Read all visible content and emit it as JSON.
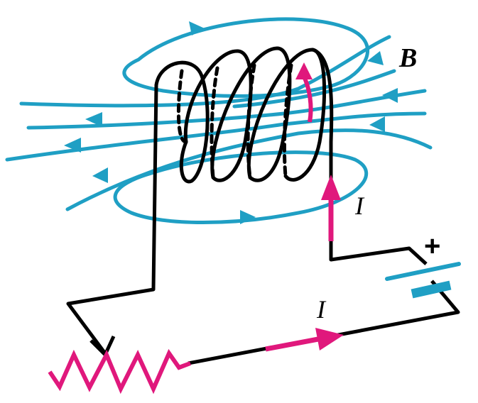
{
  "labels": {
    "field": "B",
    "current_upper": "I",
    "current_lower": "I",
    "battery_plus": "+"
  },
  "colors": {
    "field_lines": "#1f9fc4",
    "wire": "#000000",
    "current_arrow": "#e0187c",
    "resistor": "#e0187c",
    "battery": "#1f9fc4"
  },
  "icons": {
    "solenoid": "solenoid-coil-icon",
    "battery": "battery-icon",
    "rheostat": "variable-resistor-icon"
  }
}
